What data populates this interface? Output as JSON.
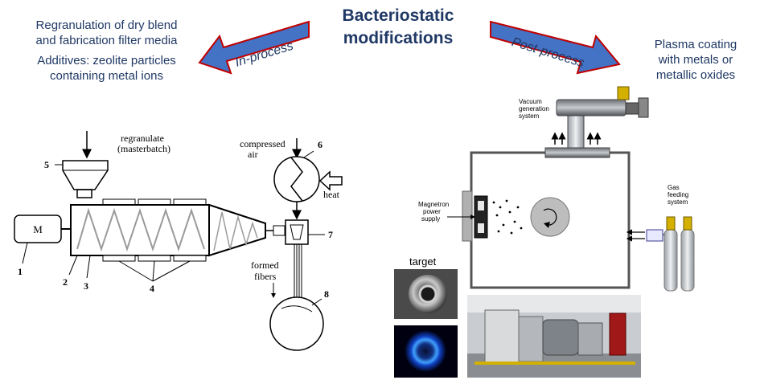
{
  "title": {
    "line1": "Bacteriostatic",
    "line2": "modifications"
  },
  "left": {
    "line1": "Regranulation of dry blend",
    "line2": "and fabrication filter media",
    "line3": "Additives: zeolite particles",
    "line4": "containing metal ions",
    "arrow_label": "In-process"
  },
  "right": {
    "arrow_label": "Post-process",
    "line1": "Plasma coating",
    "line2": "with metals or",
    "line3": "metallic oxides"
  },
  "extruder": {
    "regranulate1": "regranulate",
    "regranulate2": "(masterbatch)",
    "compressed1": "compressed",
    "compressed2": "air",
    "heat": "heat",
    "formed1": "formed",
    "formed2": "fibers",
    "motor": "M",
    "n1": "1",
    "n2": "2",
    "n3": "3",
    "n4": "4",
    "n5": "5",
    "n6": "6",
    "n7": "7",
    "n8": "8"
  },
  "plasma": {
    "vacuum1": "Vacuum",
    "vacuum2": "generation",
    "vacuum3": "system",
    "gas1": "Gas",
    "gas2": "feeding",
    "gas3": "system",
    "mag1": "Magnetron",
    "mag2": "power",
    "mag3": "supply",
    "target": "target"
  },
  "colors": {
    "text_blue": "#1f3864",
    "arrow_blue": "#4472c4",
    "arrow_red": "#c00000"
  }
}
